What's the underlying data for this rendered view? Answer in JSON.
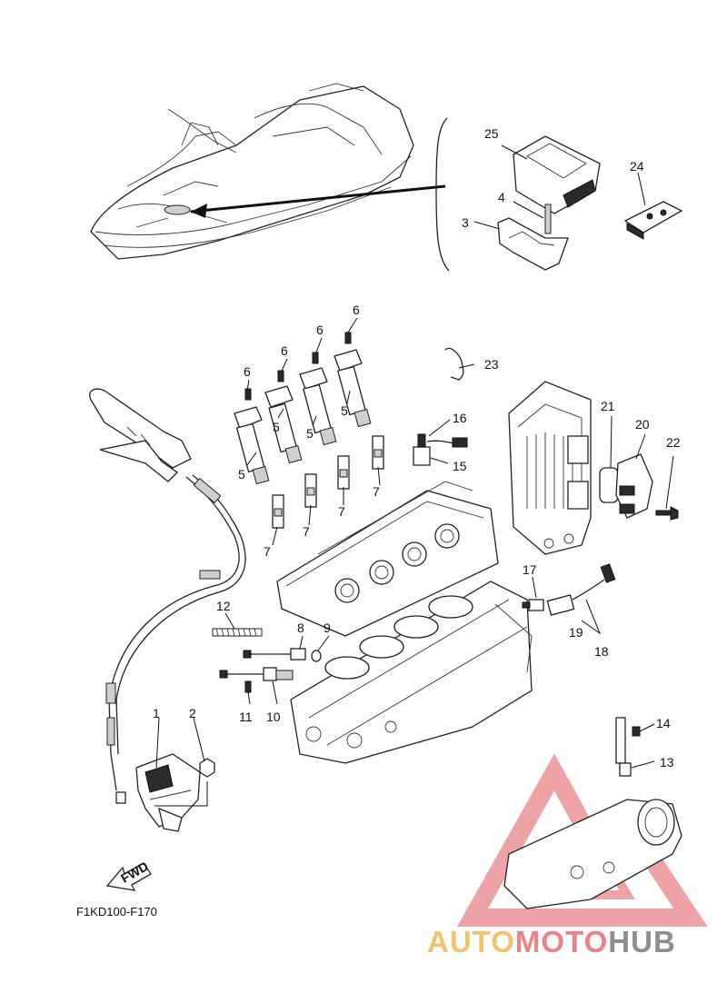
{
  "diagram_code": "F1KD100-F170",
  "fwd_label": "FWD",
  "watermark": {
    "part1": "AUTO",
    "part2": "MOTO",
    "part3": "HUB",
    "color1": "#f3c36b",
    "color2": "#e9858a",
    "color3": "#8e8e8e"
  },
  "callouts": [
    {
      "id": "c1",
      "text": "1"
    },
    {
      "id": "c2",
      "text": "2"
    },
    {
      "id": "c3",
      "text": "3"
    },
    {
      "id": "c4",
      "text": "4"
    },
    {
      "id": "c5a",
      "text": "5"
    },
    {
      "id": "c5b",
      "text": "5"
    },
    {
      "id": "c5c",
      "text": "5"
    },
    {
      "id": "c5d",
      "text": "5"
    },
    {
      "id": "c6a",
      "text": "6"
    },
    {
      "id": "c6b",
      "text": "6"
    },
    {
      "id": "c6c",
      "text": "6"
    },
    {
      "id": "c6d",
      "text": "6"
    },
    {
      "id": "c7a",
      "text": "7"
    },
    {
      "id": "c7b",
      "text": "7"
    },
    {
      "id": "c7c",
      "text": "7"
    },
    {
      "id": "c7d",
      "text": "7"
    },
    {
      "id": "c8",
      "text": "8"
    },
    {
      "id": "c9",
      "text": "9"
    },
    {
      "id": "c10",
      "text": "10"
    },
    {
      "id": "c11",
      "text": "11"
    },
    {
      "id": "c12",
      "text": "12"
    },
    {
      "id": "c13",
      "text": "13"
    },
    {
      "id": "c14",
      "text": "14"
    },
    {
      "id": "c15",
      "text": "15"
    },
    {
      "id": "c16",
      "text": "16"
    },
    {
      "id": "c17",
      "text": "17"
    },
    {
      "id": "c18",
      "text": "18"
    },
    {
      "id": "c19",
      "text": "19"
    },
    {
      "id": "c20",
      "text": "20"
    },
    {
      "id": "c21",
      "text": "21"
    },
    {
      "id": "c22",
      "text": "22"
    },
    {
      "id": "c23",
      "text": "23"
    },
    {
      "id": "c24",
      "text": "24"
    },
    {
      "id": "c25",
      "text": "25"
    }
  ]
}
